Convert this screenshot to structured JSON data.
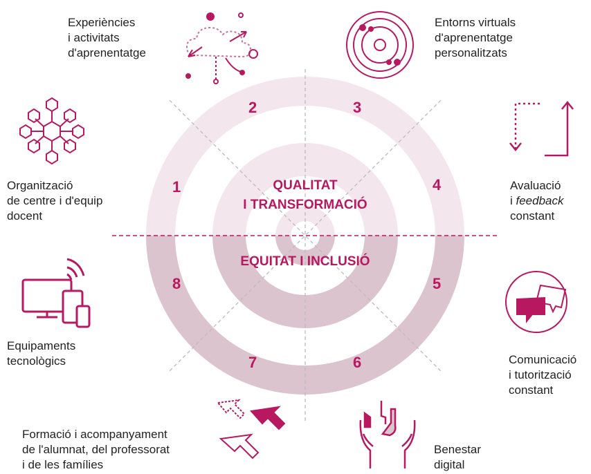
{
  "colors": {
    "accent": "#b8185f",
    "ring_light": "#f3e6ec",
    "ring_dark": "#dcc4ce",
    "dash": "#bbbbbb",
    "text": "#222222"
  },
  "center": {
    "top_line1": "QUALITAT",
    "top_line2": "I TRANSFORMACIÓ",
    "bottom": "EQUITAT I INCLUSIÓ"
  },
  "segments": [
    {
      "number": "1",
      "lines": [
        "Organització",
        "de centre i d'equip",
        "docent"
      ],
      "icon": "network-hexagon-icon"
    },
    {
      "number": "2",
      "lines": [
        "Experiències",
        "i activitats",
        "d'aprenentatge"
      ],
      "icon": "cloud-gears-icon"
    },
    {
      "number": "3",
      "lines": [
        "Entorns virtuals",
        "d'aprenentatge",
        "personalitzats"
      ],
      "icon": "orbit-icon"
    },
    {
      "number": "4",
      "lines": [
        "Avaluació",
        "i feedback",
        "constant"
      ],
      "icon": "loop-arrows-icon"
    },
    {
      "number": "5",
      "lines": [
        "Comunicació",
        "i tutorització",
        "constant"
      ],
      "icon": "chat-bubbles-icon"
    },
    {
      "number": "6",
      "lines": [
        "Benestar",
        "digital"
      ],
      "icon": "caring-hands-icon"
    },
    {
      "number": "7",
      "lines": [
        "Formació i acompanyament",
        "de l'alumnat, del professorat",
        "i de les famílies"
      ],
      "icon": "cursor-arrows-icon"
    },
    {
      "number": "8",
      "lines": [
        "Equipaments",
        "tecnològics"
      ],
      "icon": "devices-icon"
    }
  ]
}
